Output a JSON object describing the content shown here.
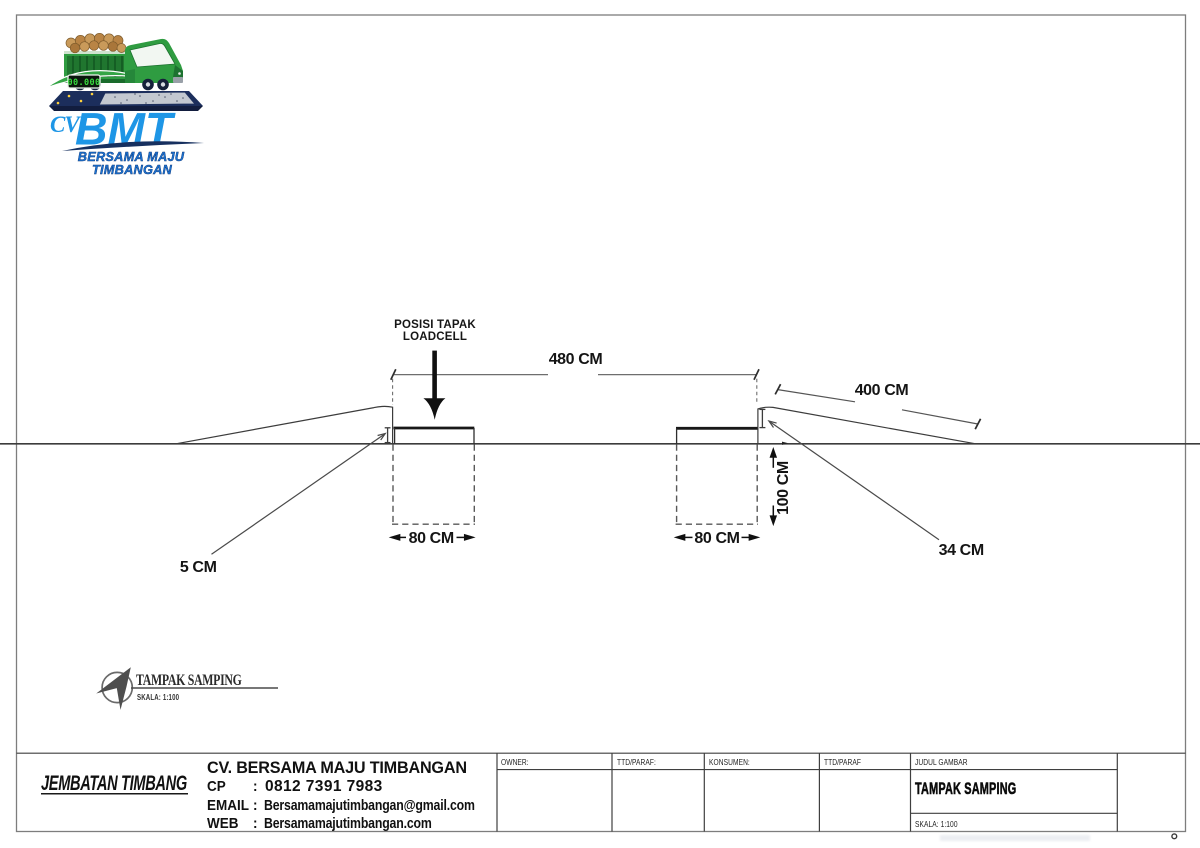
{
  "logo": {
    "cv": "CV",
    "bmt": "BMT",
    "tagline1": "BERSAMA MAJU",
    "tagline2": "TIMBANGAN",
    "display": "00.000",
    "colors": {
      "blue": "#1e96e6",
      "navy": "#16305e",
      "green": "#2e9b40",
      "dark_green": "#1d7230",
      "log_tan": "#c99a5a",
      "display_green": "#35d93f",
      "platform_navy": "#1c2e5c",
      "deck_gray": "#c7cbd2",
      "dot_yellow": "#ffd23e"
    }
  },
  "drawing": {
    "loadcell_label_line1": "POSISI TAPAK",
    "loadcell_label_line2": "LOADCELL",
    "dim_length_platform": "480 CM",
    "dim_length_ramp": "400 CM",
    "dim_pit_width_left": "80 CM",
    "dim_pit_width_right": "80 CM",
    "dim_pit_depth": "100 CM",
    "dim_ramp_height": "34 CM",
    "dim_gap": "5 CM"
  },
  "view": {
    "title": "TAMPAK SAMPING",
    "scale": "SKALA: 1:100"
  },
  "titleblock": {
    "project": "JEMBATAN TIMBANG",
    "company": "CV. BERSAMA MAJU TIMBANGAN",
    "cp_label": "CP",
    "cp_sep": ":",
    "cp_value": "0812 7391 7983",
    "email_label": "EMAIL",
    "email_sep": ":",
    "email_value": "Bersamamajutimbangan@gmail.com",
    "web_label": "WEB",
    "web_sep": ":",
    "web_value": "Bersamamajutimbangan.com",
    "owner_label": "OWNER:",
    "ttd1_label": "TTD/PARAF:",
    "konsumen_label": "KONSUMEN:",
    "ttd2_label": "TTD/PARAF",
    "judul_label": "JUDUL GAMBAR",
    "judul_value": "TAMPAK SAMPING",
    "skala_value": "SKALA: 1:100"
  }
}
